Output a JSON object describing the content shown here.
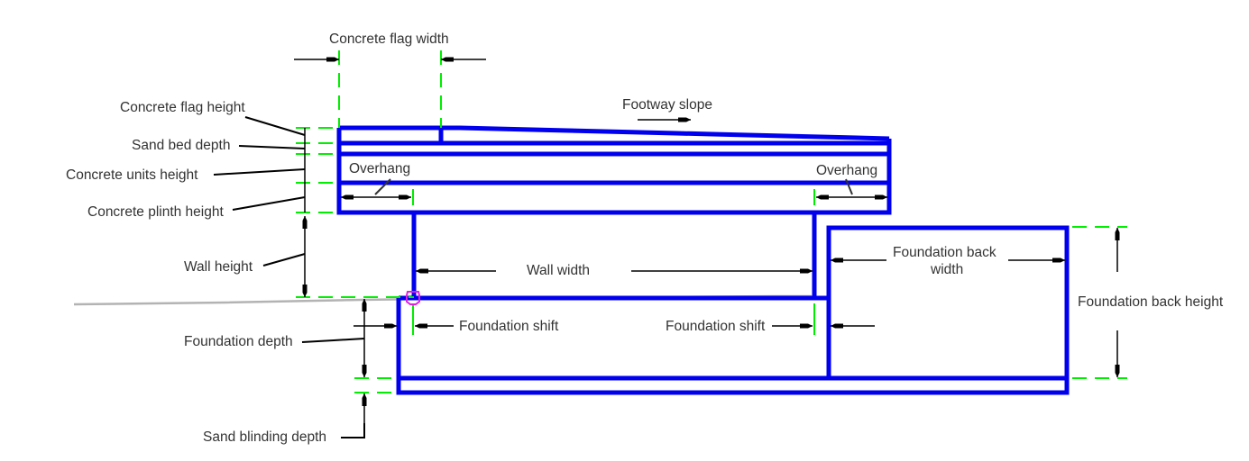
{
  "colors": {
    "structure": "#0000ee",
    "extension_lines": "#00ee00",
    "dimension_lines": "#000000",
    "ground_line": "#b3b3b3",
    "snap_marker": "#e020e0",
    "text": "#333333",
    "background": "#ffffff"
  },
  "labels": {
    "concrete_flag_width": "Concrete flag width",
    "footway_slope": "Footway slope",
    "concrete_flag_height": "Concrete flag height",
    "sand_bed_depth": "Sand bed depth",
    "concrete_units_height": "Concrete units height",
    "concrete_plinth_height": "Concrete plinth height",
    "overhang_left": "Overhang",
    "overhang_right": "Overhang",
    "wall_height": "Wall height",
    "wall_width": "Wall width",
    "foundation_back_width_line1": "Foundation back",
    "foundation_back_width_line2": "width",
    "foundation_back_height": "Foundation back height",
    "foundation_shift_left": "Foundation shift",
    "foundation_shift_right": "Foundation shift",
    "foundation_depth": "Foundation depth",
    "sand_blinding_depth": "Sand blinding depth"
  },
  "icons": {
    "snap_marker": "snap-point-marker-icon",
    "arrow": "dimension-arrow-icon"
  }
}
